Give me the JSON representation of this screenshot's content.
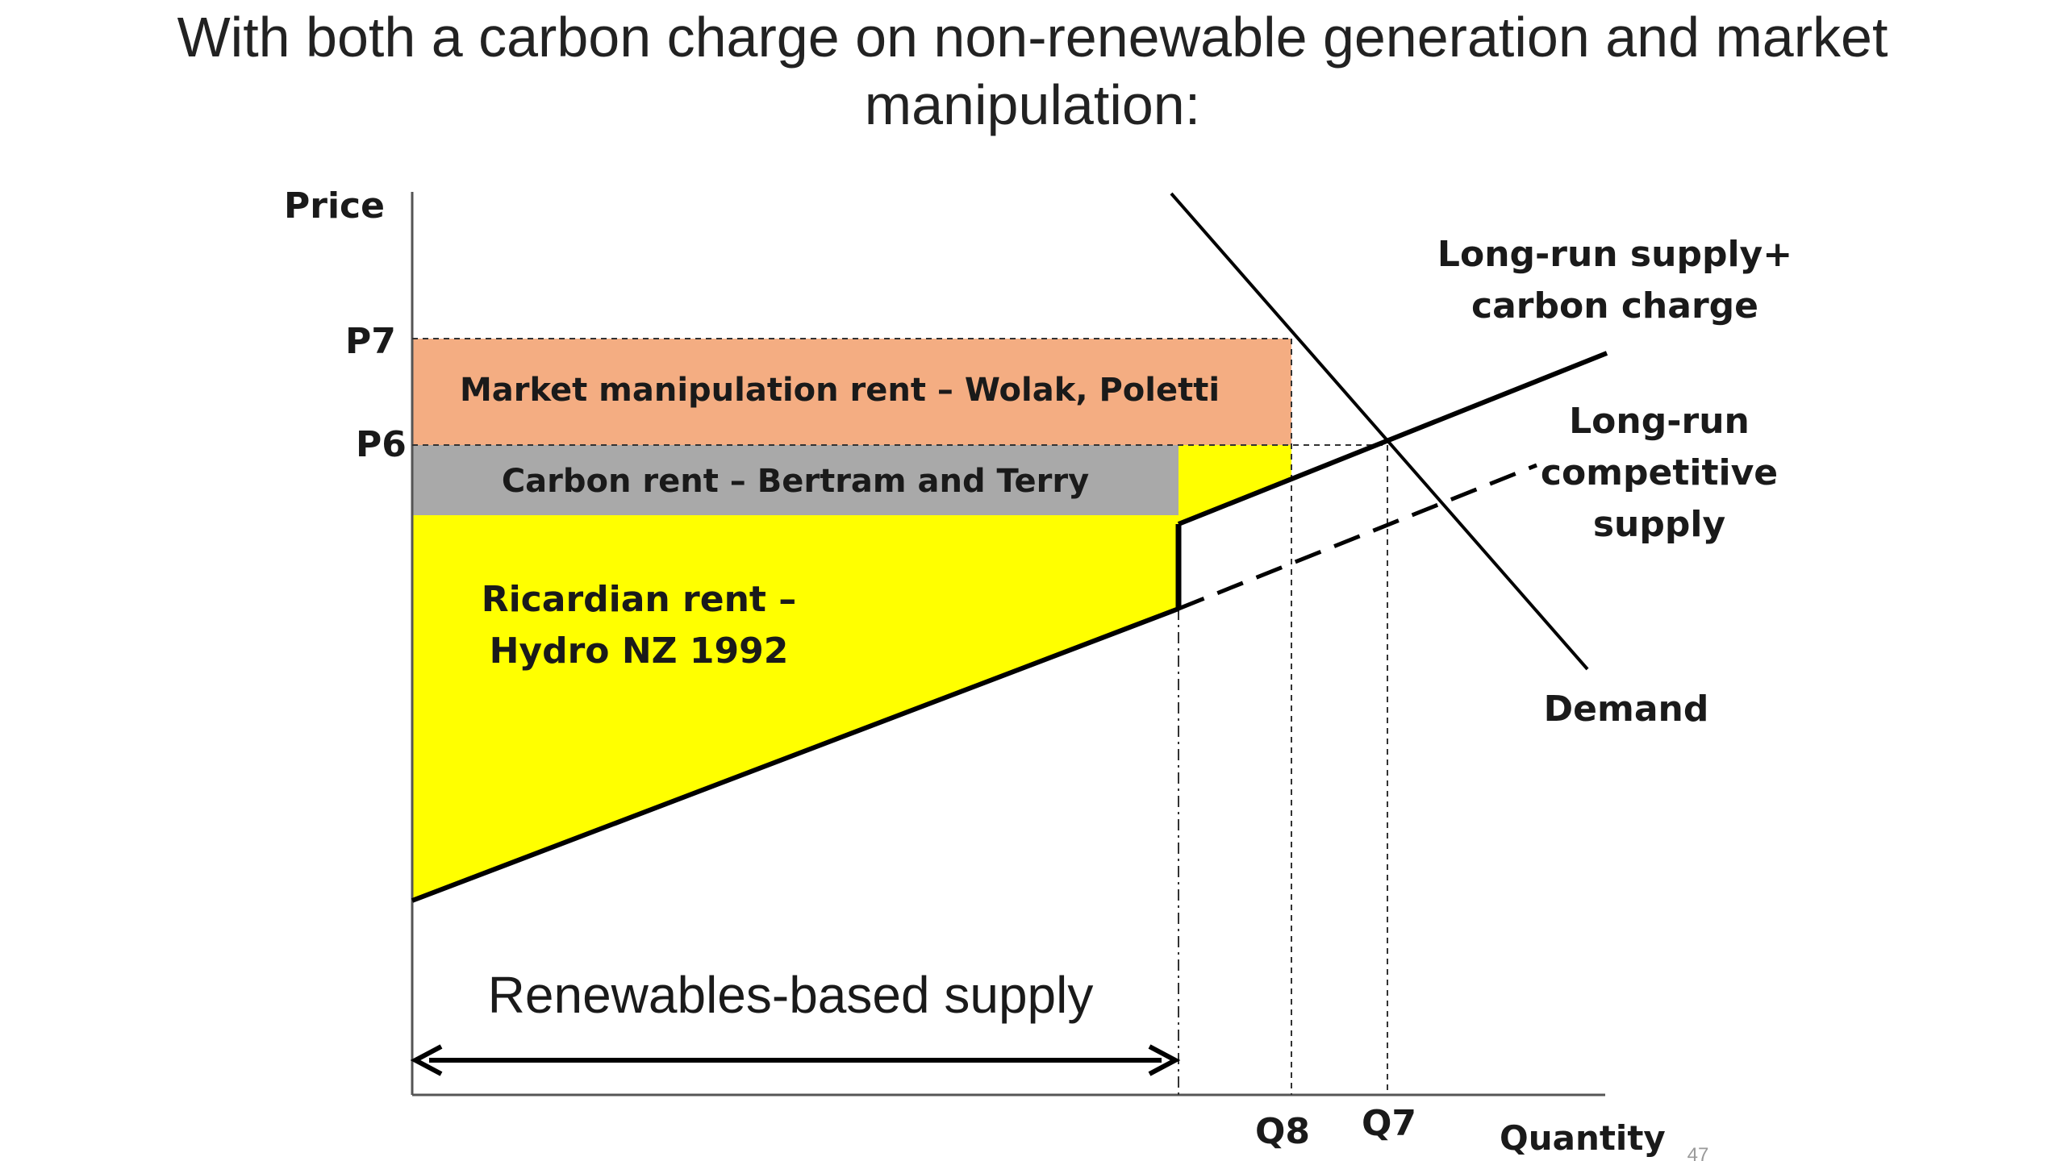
{
  "slide": {
    "title_line1": "With both a carbon charge on non-renewable generation and market",
    "title_line2": "manipulation:",
    "page_number": "47"
  },
  "diagram": {
    "axis": {
      "y_label": "Price",
      "x_label": "Quantity"
    },
    "price_labels": {
      "p7": "P7",
      "p6": "P6"
    },
    "quantity_labels": {
      "q8": "Q8",
      "q7": "Q7"
    },
    "regions": {
      "market_manipulation": {
        "label": "Market manipulation rent – Wolak, Poletti",
        "color": "#f4ad82"
      },
      "carbon_rent": {
        "label": "Carbon rent – Bertram and Terry",
        "color": "#a9a9a9"
      },
      "ricardian_rent": {
        "line1": "Ricardian rent –",
        "line2": "Hydro NZ 1992",
        "color": "#ffff00"
      }
    },
    "curves": {
      "supply_carbon": {
        "line1": "Long-run supply+",
        "line2": "carbon charge"
      },
      "competitive_supply": {
        "line1": "Long-run",
        "line2": "competitive",
        "line3": "supply"
      },
      "demand": {
        "label": "Demand"
      }
    },
    "renewables_label": "Renewables-based supply"
  }
}
